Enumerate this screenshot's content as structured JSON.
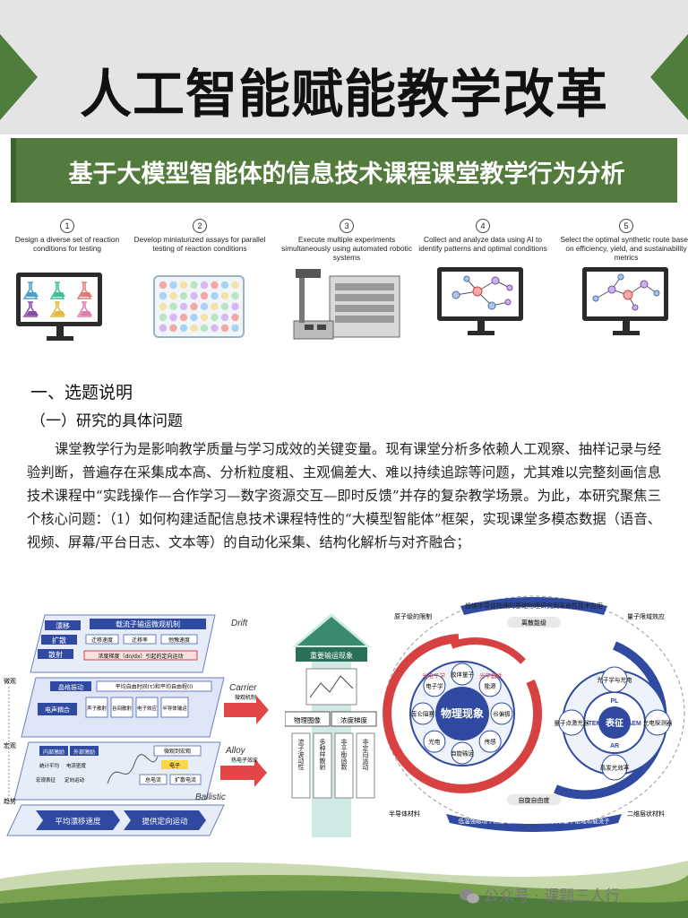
{
  "header": {
    "title": "人工智能赋能教学改革",
    "subtitle": "基于大模型智能体的信息技术课程课堂教学行为分析"
  },
  "workflow": [
    {
      "num": "1",
      "caption": "Design a diverse set of reaction conditions for testing"
    },
    {
      "num": "2",
      "caption": "Develop miniaturized assays for parallel testing of reaction conditions"
    },
    {
      "num": "3",
      "caption": "Execute multiple experiments simultaneously using automated robotic systems"
    },
    {
      "num": "4",
      "caption": "Collect and analyze data using AI to identify patterns and optimal conditions"
    },
    {
      "num": "5",
      "caption": "Select the optimal synthetic route based on efficiency, yield, and sustainability metrics"
    }
  ],
  "section_heading": "一、选题说明",
  "subsection_heading": "（一）研究的具体问题",
  "paragraph": "课堂教学行为是影响教学质量与学习成效的关键变量。现有课堂分析多依赖人工观察、抽样记录与经验判断，普遍存在采集成本高、分析粒度粗、主观偏差大、难以持续追踪等问题，尤其难以完整刻画信息技术课程中“实践操作—合作学习—数字资源交互—即时反馈”并存的复杂教学场景。为此，本研究聚焦三个核心问题：（1）如何构建适配信息技术课程特性的“大模型智能体”框架，实现课堂多模态数据（语音、视频、屏幕/平台日志、文本等）的自动化采集、结构化解析与对齐融合；",
  "figure_left": {
    "drift_label": "Drift",
    "carrier_label": "Carrier",
    "alloy_label": "Alloy",
    "ballistic_label": "Ballistic",
    "top_title": "载流子输运微观机制",
    "row_labels": [
      "漂移",
      "扩散",
      "散射"
    ],
    "row_texts": [
      "迁移速度",
      "迁移率",
      "弛豫速度"
    ],
    "gradient_text": "浓度梯度（dn/dx）引起的定向运动",
    "side_labels": [
      "微观",
      "宏观",
      "趋势"
    ],
    "carrier_title": "晶格振动",
    "carrier_text": "平均自由时间(τ)和平均自由程(l)",
    "carrier_cells": [
      "声子散射",
      "谷间散射",
      "电子效应",
      "半导体输运"
    ],
    "electron_label": "电声耦合",
    "alloy_items": [
      "内部激励",
      "外部激励",
      "统计平均",
      "电流密度",
      "宏观表征",
      "定向运动"
    ],
    "alloy_right": [
      "微观到宏观",
      "电子",
      "总电流",
      "扩散电流"
    ],
    "ballistic_items": [
      "平均漂移速度",
      "提供定向运动"
    ],
    "arrow_labels": [
      "微观机制",
      "热电子效应"
    ],
    "center_title": "重要输运现象",
    "center_row": [
      "物理图像",
      "浓度梯度"
    ],
    "center_cols": [
      "流子波动性",
      "多种样散射",
      "非平衡函数",
      "非定向运动"
    ]
  },
  "figure_right": {
    "top_banner": "低维半导体物理的基础物理研究到革命性技术应用",
    "top_label": "离散能级",
    "corner_labels": [
      "原子级的限制",
      "量子限域效应",
      "半导体材料",
      "二维层状材料"
    ],
    "left_center": "物理现象",
    "left_ring": [
      "胶体量子",
      "能源",
      "谷偏振",
      "传感",
      "自旋输运",
      "光电",
      "库仑阻塞",
      "电子学"
    ],
    "left_arcs": [
      "光电子学",
      "光学器件"
    ],
    "right_center": "表征",
    "right_ring": [
      "PL",
      "AEM",
      "AR",
      "TEM"
    ],
    "right_outer": [
      "光子学与光电",
      "光电探测器",
      "高发光效率",
      "量子点激光器"
    ],
    "bottom_label": "自旋自由度",
    "bottom_banner": "低温强磁场下测量电阻、霍尔效应，揭示量子限域和载流子"
  },
  "watermark": "公众号 · 课题三人行",
  "colors": {
    "green": "#547b3e",
    "blue": "#2f4aa0",
    "red": "#d84141"
  }
}
